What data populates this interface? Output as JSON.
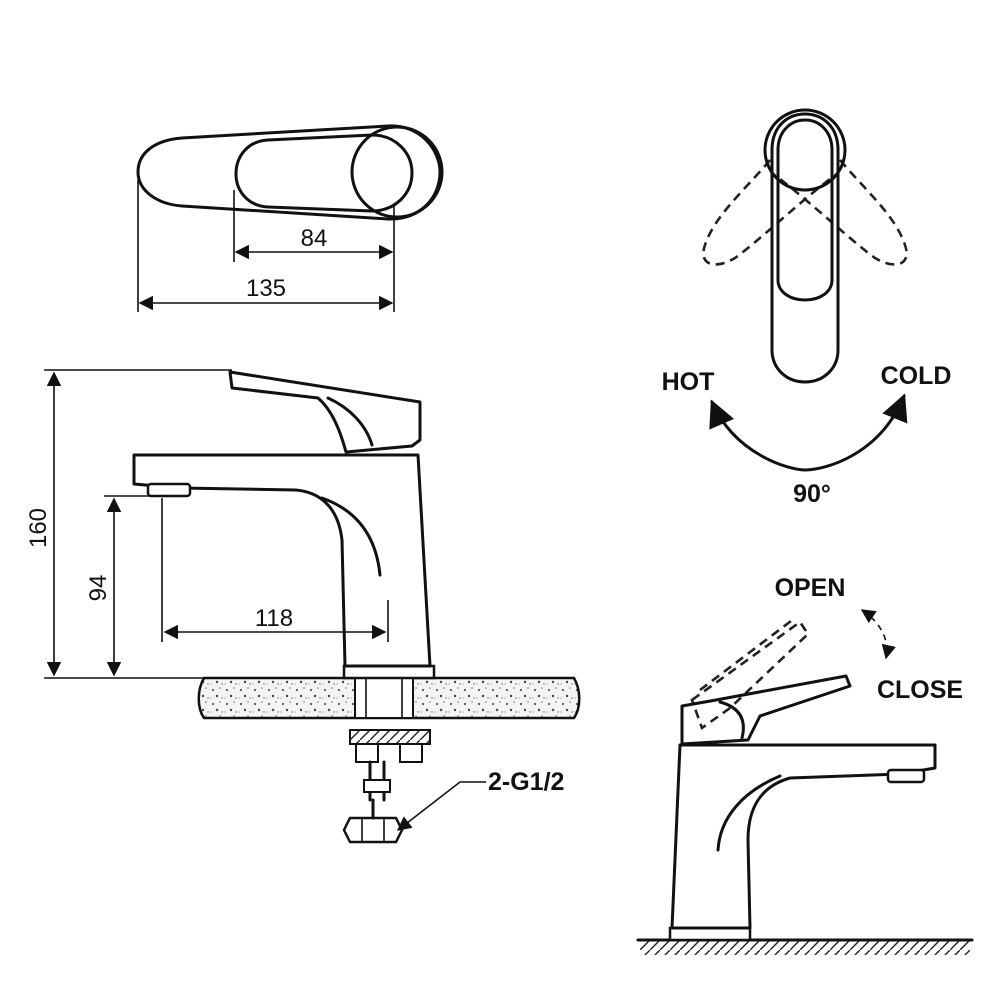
{
  "dimensions": {
    "handle_length": "84",
    "total_length": "135",
    "height": "160",
    "spout_height": "94",
    "spout_reach": "118"
  },
  "connection": "2-G1/2",
  "rotation": {
    "hot_label": "HOT",
    "cold_label": "COLD",
    "angle_label": "90°"
  },
  "lever": {
    "open_label": "OPEN",
    "close_label": "CLOSE"
  }
}
